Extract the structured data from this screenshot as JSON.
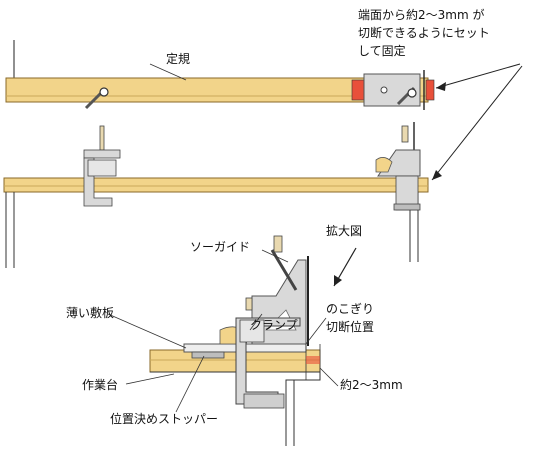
{
  "labels": {
    "ruler": "定規",
    "note_line1": "端面から約2～3mm が",
    "note_line2": "切断できるようにセット",
    "note_line3": "して固定",
    "enlarged": "拡大図",
    "saw_guide": "ソーガイド",
    "saw_cut_line1": "のこぎり",
    "saw_cut_line2": "切断位置",
    "clamp": "クランプ",
    "thin_board": "薄い敷板",
    "workbench": "作業台",
    "approx": "約2～3mm",
    "stopper": "位置決めストッパー"
  },
  "colors": {
    "wood": "#f2d48a",
    "wood_edge": "#8a6a2a",
    "metal": "#d9d9d9",
    "metal_dark": "#7a7a7a",
    "accent_red": "#e8503a",
    "handle": "#e9d9b0"
  }
}
